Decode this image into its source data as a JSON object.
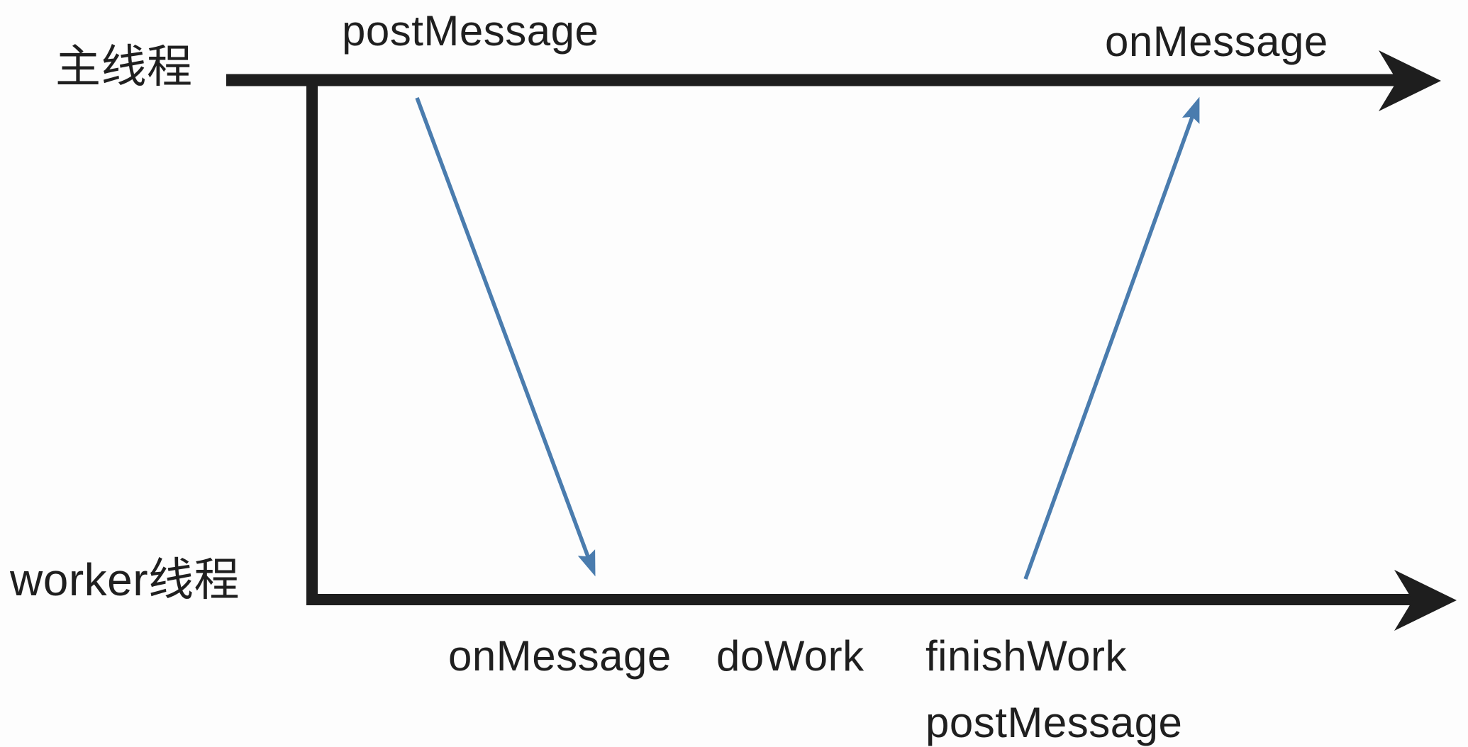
{
  "diagram": {
    "main_thread": {
      "label": "主线程"
    },
    "worker_thread": {
      "label": "worker线程"
    },
    "main_timeline": {
      "send_label": "postMessage",
      "receive_label": "onMessage"
    },
    "worker_timeline": {
      "receive_label": "onMessage",
      "work_label": "doWork",
      "finish_label": "finishWork",
      "send_label": "postMessage"
    },
    "colors": {
      "line": "#1e1e1e",
      "text": "#1f1f1f",
      "message_arrow": "#4a7cae",
      "background": "#fdfdfd"
    }
  }
}
